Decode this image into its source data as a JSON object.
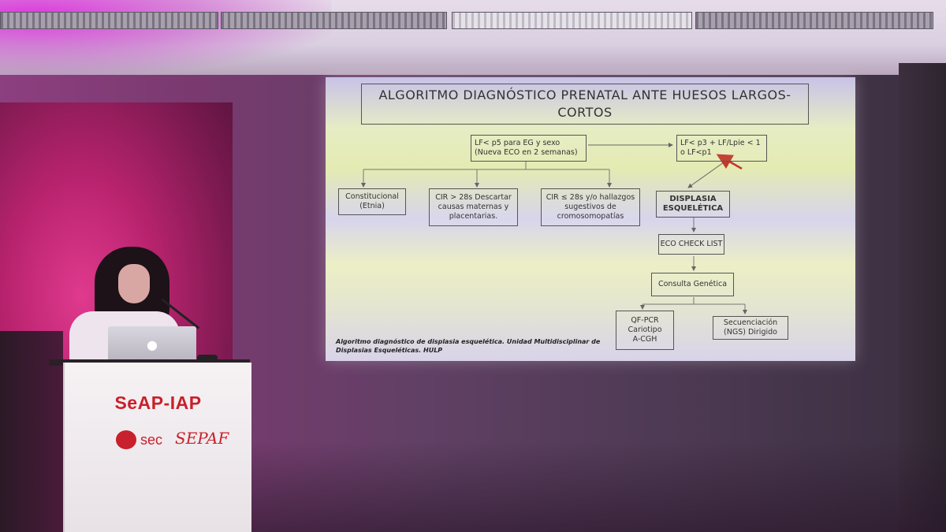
{
  "slide": {
    "title": "ALGORITMO DIAGNÓSTICO PRENATAL ANTE HUESOS LARGOS-\nCORTOS",
    "boxes": {
      "start": "LF< p5 para EG y sexo\n(Nueva ECO en 2 semanas)",
      "right": "LF< p3 + LF/Lpie < 1\no LF<p1",
      "constitucional": "Constitucional\n(Etnia)",
      "cir_mayor": "CIR > 28s Descartar\ncausas maternas y\nplacentarias.",
      "cir_menor": "CIR ≤ 28s y/o hallazgos\nsugestivos de\ncromosomopatías",
      "displasia": "DISPLASIA\nESQUELÉTICA",
      "eco_check": "ECO CHECK LIST",
      "consulta": "Consulta Genética",
      "qf_pcr": "QF-PCR\nCariotipo\nA-CGH",
      "secuenciacion": "Secuenciación\n(NGS) Dirigido"
    },
    "caption": "Algoritmo diagnóstico de displasia esquelética. Unidad Multidisciplinar de Displasias Esqueléticas. HULP"
  },
  "podium": {
    "logo_main": "SeAP-IAP",
    "logo_sec": "sec",
    "logo_sepaf": "SEPAF"
  },
  "colors": {
    "logo_red": "#c8202c",
    "pointer_red": "#c0392b"
  }
}
